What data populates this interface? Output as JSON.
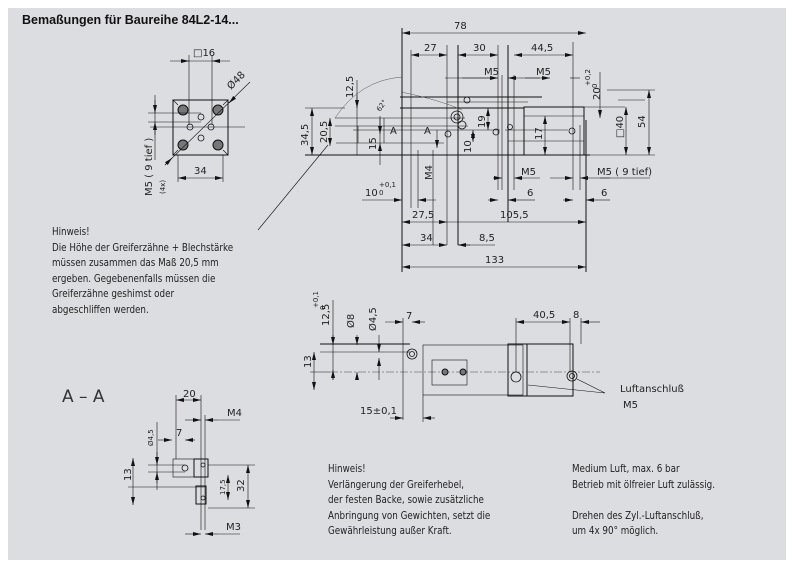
{
  "title": "Bemaßungen für Baureihe 84L2-14...",
  "top_view": {
    "square": "□16",
    "diameter": "Ø48",
    "width": "34",
    "thread": "M5 ( 9 tief )",
    "count": "(4x)"
  },
  "side_view": {
    "overall_top": "78",
    "d27": "27",
    "d30": "30",
    "d44_5": "44,5",
    "m5_a": "M5",
    "m5_b": "M5",
    "d12_5": "12,5",
    "angle": "62°",
    "d34_5": "34,5",
    "d20_5": "20,5",
    "d15": "15",
    "section_a_left": "A",
    "section_a_right": "A",
    "d19": "19",
    "d10": "10",
    "m4": "M4",
    "d17": "17",
    "d20_tol": "20",
    "d20_tol_sup": "+0,2",
    "d20_tol_sub": "0",
    "sq40": "□40",
    "d54": "54",
    "m5_lower": "M5",
    "m5_9tief": "M5 ( 9 tief)",
    "d6_a": "6",
    "d6_b": "6",
    "d10_tol": "10",
    "d10_tol_sup": "+0,1",
    "d10_tol_sub": "0",
    "d27_5": "27,5",
    "d105_5": "105,5",
    "d34": "34",
    "d8_5": "8,5",
    "d133": "133"
  },
  "bottom_view": {
    "d12_5": "12,5",
    "d12_5_sup": "+0,1",
    "d12_5_sub": "0",
    "d8": "Ø8",
    "d4_5": "Ø4,5",
    "d7": "7",
    "d13": "13",
    "d15": "15±0,1",
    "d40_5": "40,5",
    "d8b": "8",
    "air_port_label": "Luftanschluß",
    "air_port_thread": "M5"
  },
  "section_aa": {
    "label": "A – A",
    "d20": "20",
    "m4": "M4",
    "d4_5": "Ø4,5",
    "d7": "7",
    "d13": "13",
    "d17_5": "17,5",
    "d32": "32",
    "m3": "M3"
  },
  "notes": {
    "note1": "Hinweis!\nDie Höhe der Greiferzähne + Blechstärke\nmüssen zusammen das Maß 20,5 mm\nergeben. Gegebenenfalls müssen die\nGreiferzähne geshimst oder\nabgeschliffen werden.",
    "note2": "Hinweis!\nVerlängerung der Greiferhebel,\nder festen Backe, sowie zusätzliche\nAnbringung von Gewichten, setzt die\nGewährleistung außer Kraft.",
    "note3": "Medium Luft, max. 6 bar\nBetrieb mit ölfreier Luft zulässig.\n\nDrehen des Zyl.-Luftanschluß,\num 4x 90° möglich."
  }
}
